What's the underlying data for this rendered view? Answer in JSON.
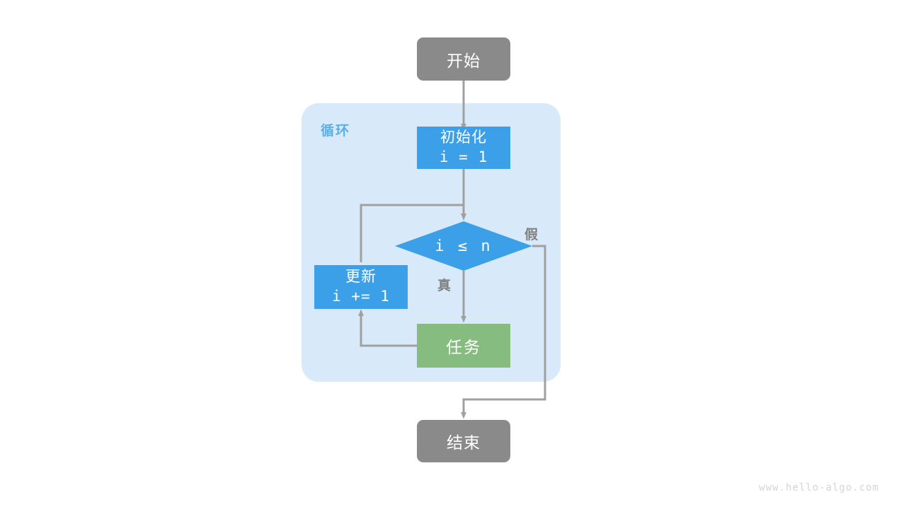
{
  "diagram": {
    "title": "for-loop-flowchart",
    "group": {
      "label": "循环"
    },
    "nodes": {
      "start": {
        "label": "开始",
        "shape": "rounded-rect",
        "color": "#8A8A8A"
      },
      "init": {
        "label_line1": "初始化",
        "label_line2": "i = 1",
        "shape": "rect",
        "color": "#3BA0E8"
      },
      "condition": {
        "label": "i ≤ n",
        "shape": "diamond",
        "color": "#3BA0E8"
      },
      "update": {
        "label_line1": "更新",
        "label_line2": "i += 1",
        "shape": "rect",
        "color": "#3BA0E8"
      },
      "task": {
        "label": "任务",
        "shape": "rect",
        "color": "#87BC81"
      },
      "end": {
        "label": "结束",
        "shape": "rounded-rect",
        "color": "#8A8A8A"
      }
    },
    "edges": {
      "true_label": "真",
      "false_label": "假",
      "color": "#A0A0A0"
    },
    "watermark": "www.hello-algo.com"
  }
}
